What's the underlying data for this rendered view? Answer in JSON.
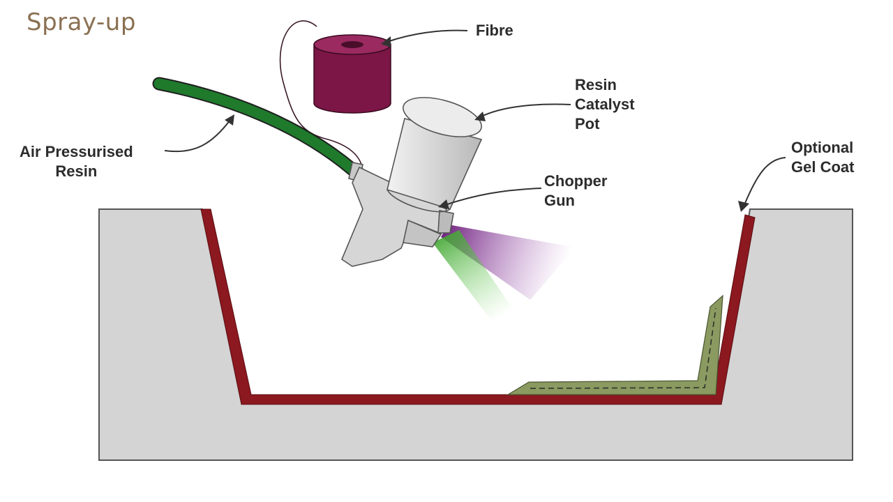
{
  "title": "Spray-up",
  "labels": {
    "fibre": "Fibre",
    "resin_catalyst_pot": [
      "Resin",
      "Catalyst",
      "Pot"
    ],
    "air_pressurised_resin": [
      "Air Pressurised",
      "Resin"
    ],
    "chopper_gun": [
      "Chopper",
      "Gun"
    ],
    "optional_gel_coat": [
      "Optional",
      "Gel Coat"
    ]
  },
  "colors": {
    "mould": "#d4d4d4",
    "gel_coat": "#8c1820",
    "hose": "#1f7a2c",
    "fibre_spool": "#7b1646",
    "laminate": "#8a9a60",
    "resin_spray": "#7a2a8a",
    "fibre_spray": "#4fbf3a",
    "title": "#8a7052"
  }
}
